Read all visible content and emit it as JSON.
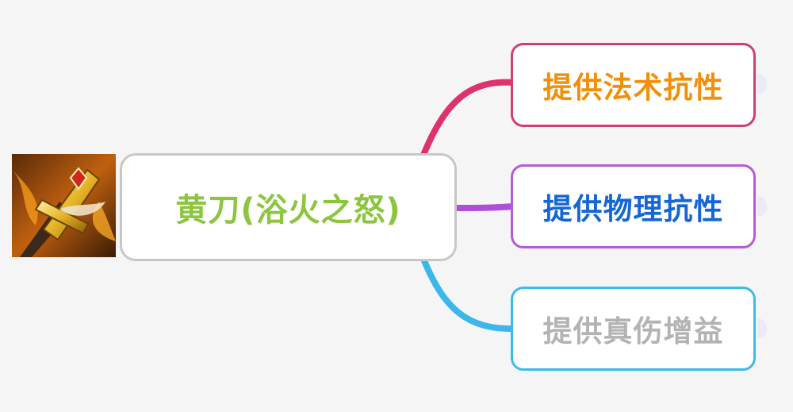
{
  "center": {
    "label": "黄刀(浴火之怒)",
    "text_color": "#8cc63f",
    "icon": "golden-sword-icon"
  },
  "branches": [
    {
      "label": "提供法术抗性",
      "text_color": "#f0900a",
      "border_color": "#cf3f74",
      "line_color": "#dc336b"
    },
    {
      "label": "提供物理抗性",
      "text_color": "#1466d6",
      "border_color": "#b85ad8",
      "line_color": "#b04fd6"
    },
    {
      "label": "提供真伤增益",
      "text_color": "#b3b3b3",
      "border_color": "#3dbbe8",
      "line_color": "#3db7ea"
    }
  ]
}
